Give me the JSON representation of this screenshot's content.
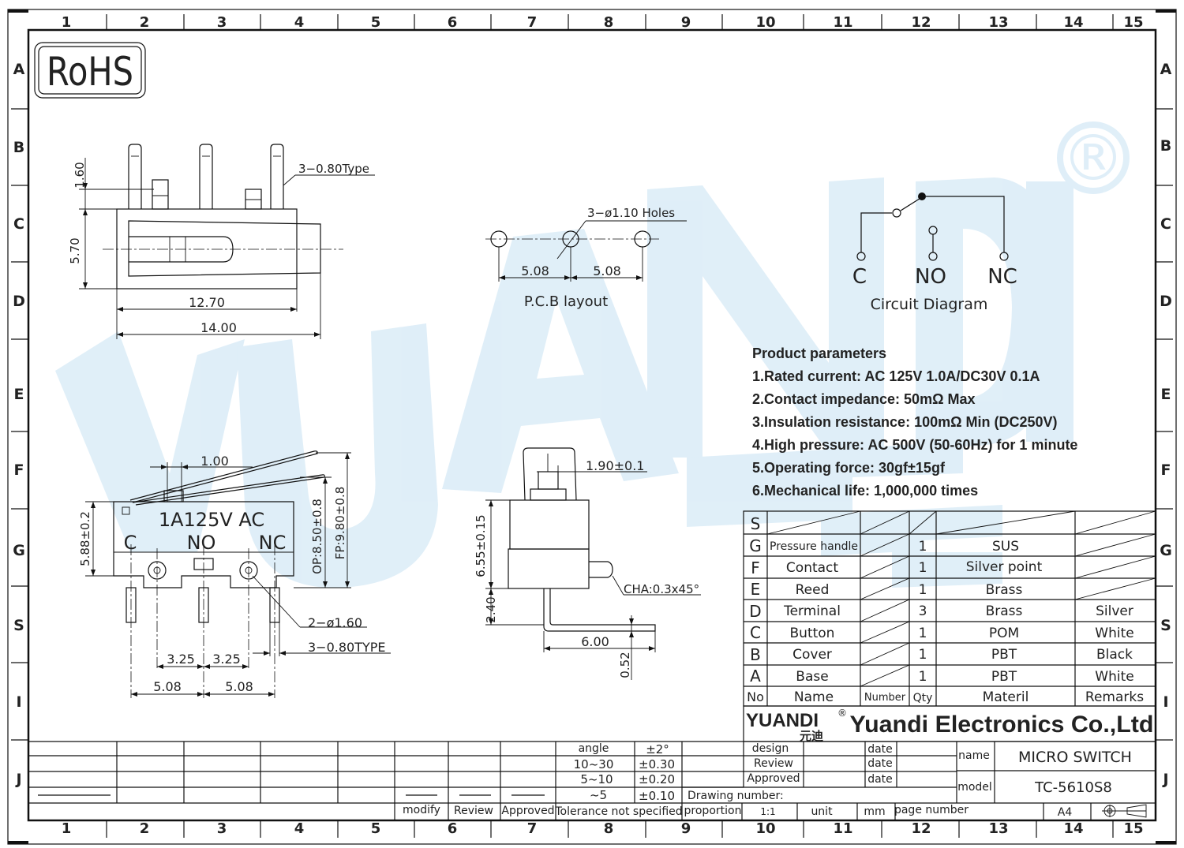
{
  "frame": {
    "columns": [
      "1",
      "2",
      "3",
      "4",
      "5",
      "6",
      "7",
      "8",
      "9",
      "10",
      "11",
      "12",
      "13",
      "14",
      "15"
    ],
    "rows": [
      "A",
      "B",
      "C",
      "D",
      "E",
      "F",
      "G",
      "S",
      "I",
      "J"
    ]
  },
  "logo": {
    "rohs": "RoHS",
    "registered_mark": "®"
  },
  "watermark": {
    "text": "YUANDI",
    "color": "#3c9ad6"
  },
  "top_view": {
    "dim_1_60": "1.60",
    "dim_5_70": "5.70",
    "dim_12_70": "12.70",
    "dim_14_00": "14.00",
    "pin_note": "3−0.80Type"
  },
  "pcb": {
    "holes": "3−ø1.10  Holes",
    "dim_left": "5.08",
    "dim_right": "5.08",
    "caption": "P.C.B  layout"
  },
  "circuit": {
    "c": "C",
    "no": "NO",
    "nc": "NC",
    "caption": "Circuit  Diagram"
  },
  "params": {
    "title": "Product parameters",
    "lines": [
      "1.Rated current: AC 125V 1.0A/DC30V 0.1A",
      "2.Contact impedance: 50mΩ Max",
      "3.Insulation resistance: 100mΩ Min  (DC250V)",
      "4.High pressure: AC 500V   (50-60Hz)  for 1 minute",
      "5.Operating force: 30gf±15gf",
      "6.Mechanical life: 1,000,000 times"
    ]
  },
  "front_view": {
    "dim_1_00": "1.00",
    "rating": "1A125V  AC",
    "c": "C",
    "no": "NO",
    "nc": "NC",
    "dim_5_88": "5.88±0.2",
    "op": "OP:8.50±0.8",
    "fp": "FP:9.80±0.8",
    "holes": "2−ø1.60",
    "dim_3_25_a": "3.25",
    "dim_3_25_b": "3.25",
    "pin_note": "3−0.80TYPE",
    "dim_5_08_a": "5.08",
    "dim_5_08_b": "5.08"
  },
  "side_view": {
    "dim_1_90": "1.90±0.1",
    "dim_6_55": "6.55±0.15",
    "cha": "CHA:0.3x45°",
    "dim_2_40": "2.40",
    "dim_6_00": "6.00",
    "dim_0_52": "0.52"
  },
  "bom": {
    "rows": [
      {
        "no": "S",
        "name": "",
        "qty": "",
        "material": "",
        "remarks": ""
      },
      {
        "no": "G",
        "name": "Pressure handle",
        "qty": "1",
        "material": "SUS",
        "remarks": ""
      },
      {
        "no": "F",
        "name": "Contact",
        "qty": "1",
        "material": "Silver point",
        "remarks": ""
      },
      {
        "no": "E",
        "name": "Reed",
        "qty": "1",
        "material": "Brass",
        "remarks": ""
      },
      {
        "no": "D",
        "name": "Terminal",
        "qty": "3",
        "material": "Brass",
        "remarks": "Silver"
      },
      {
        "no": "C",
        "name": "Button",
        "qty": "1",
        "material": "POM",
        "remarks": "White"
      },
      {
        "no": "B",
        "name": "Cover",
        "qty": "1",
        "material": "PBT",
        "remarks": "Black"
      },
      {
        "no": "A",
        "name": "Base",
        "qty": "1",
        "material": "PBT",
        "remarks": "White"
      }
    ],
    "header": {
      "no": "No",
      "name": "Name",
      "number": "Number",
      "qty": "Qty",
      "material": "Materil",
      "remarks": "Remarks"
    }
  },
  "company": {
    "logo": "YUANDI",
    "logo_cn": "元迪",
    "name": "Yuandi Electronics Co.,Ltd"
  },
  "title_block": {
    "angle": "angle",
    "angle_tol": "±2°",
    "r1": "10~30",
    "r1_tol": "±0.30",
    "r2": "5~10",
    "r2_tol": "±0.20",
    "r3": "~5",
    "r3_tol": "±0.10",
    "modify": "modify",
    "review": "Review",
    "approved": "Approved",
    "tolerance": "Tolerance not specified",
    "design": "design",
    "review2": "Review",
    "approved2": "Approved",
    "date": "date",
    "name_label": "name",
    "name_value": "MICRO SWITCH",
    "model_label": "model",
    "model_value": "TC-5610S8",
    "drawing_number": "Drawing number:",
    "proportion": "proportion",
    "scale": "1:1",
    "unit": "unit",
    "mm": "mm",
    "page_number": "page number",
    "size": "A4"
  }
}
